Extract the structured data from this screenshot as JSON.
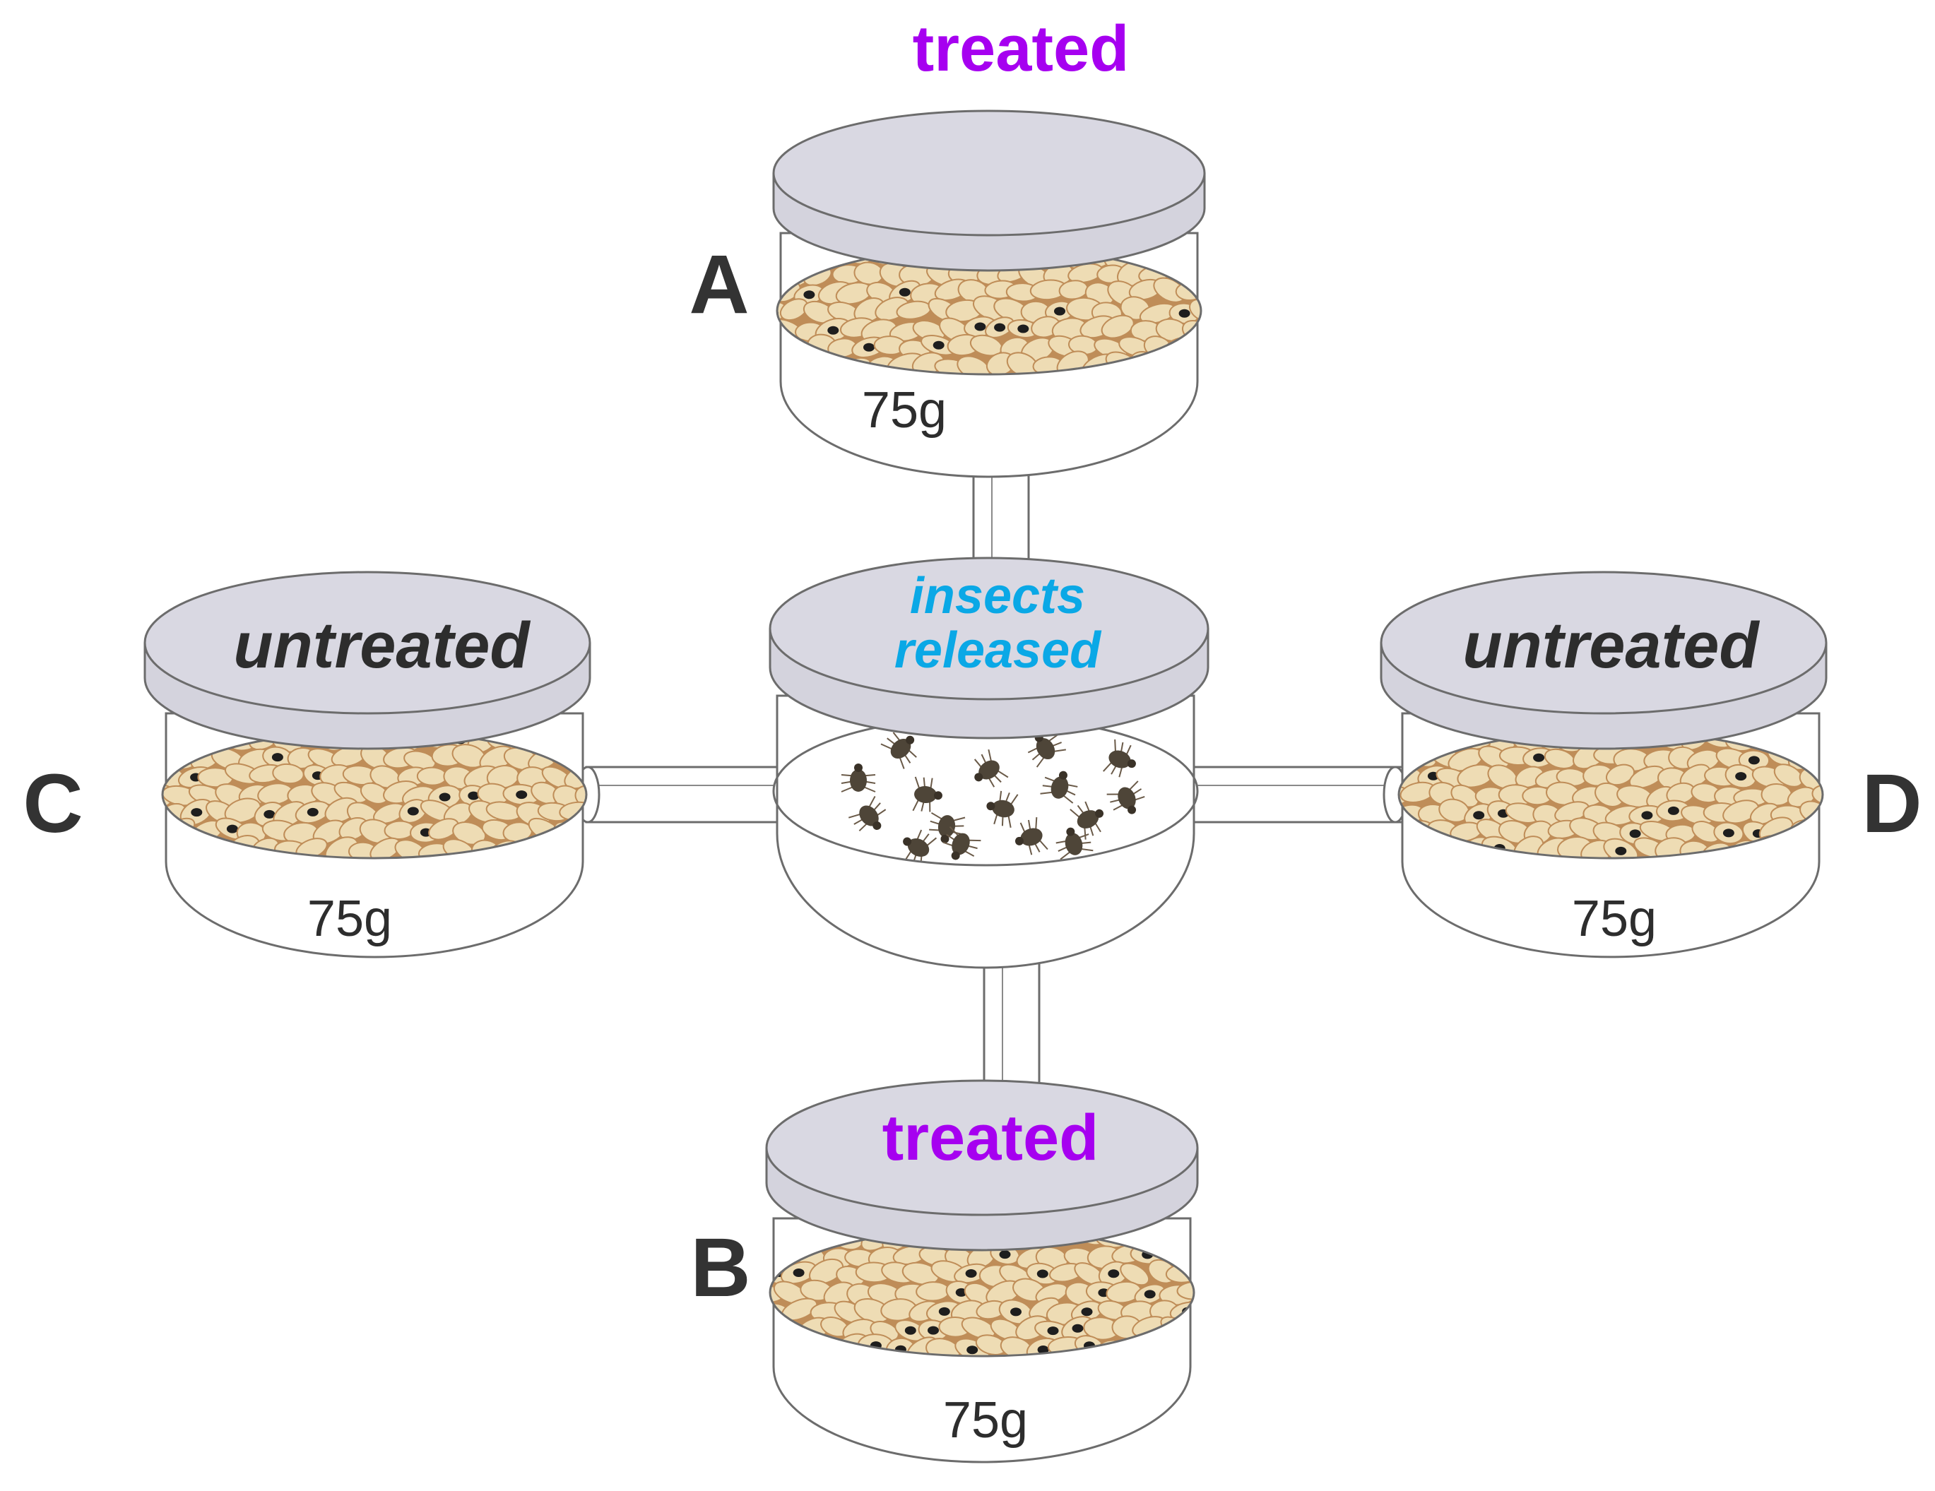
{
  "colors": {
    "treated": "#a600f0",
    "untreated": "#2d2d2d",
    "insects": "#0aa8e6",
    "letter": "#333333",
    "lid_fill": "#d9d8e2",
    "outline": "#6c6c6c",
    "bean_light": "#eedcb4",
    "bean_shadow": "#bf8d58",
    "insect_body": "#4e4538"
  },
  "chambers": [
    {
      "id": "A",
      "letter": "A",
      "lid_label": "treated",
      "label_style": "treated",
      "weight": "75g"
    },
    {
      "id": "B",
      "letter": "B",
      "lid_label": "treated",
      "label_style": "treated",
      "weight": "75g"
    },
    {
      "id": "C",
      "letter": "C",
      "lid_label": "untreated",
      "label_style": "untreated",
      "weight": "75g"
    },
    {
      "id": "D",
      "letter": "D",
      "lid_label": "untreated",
      "label_style": "untreated",
      "weight": "75g"
    }
  ],
  "center": {
    "lid_label_line1": "insects",
    "lid_label_line2": "released",
    "contents": "insects"
  }
}
